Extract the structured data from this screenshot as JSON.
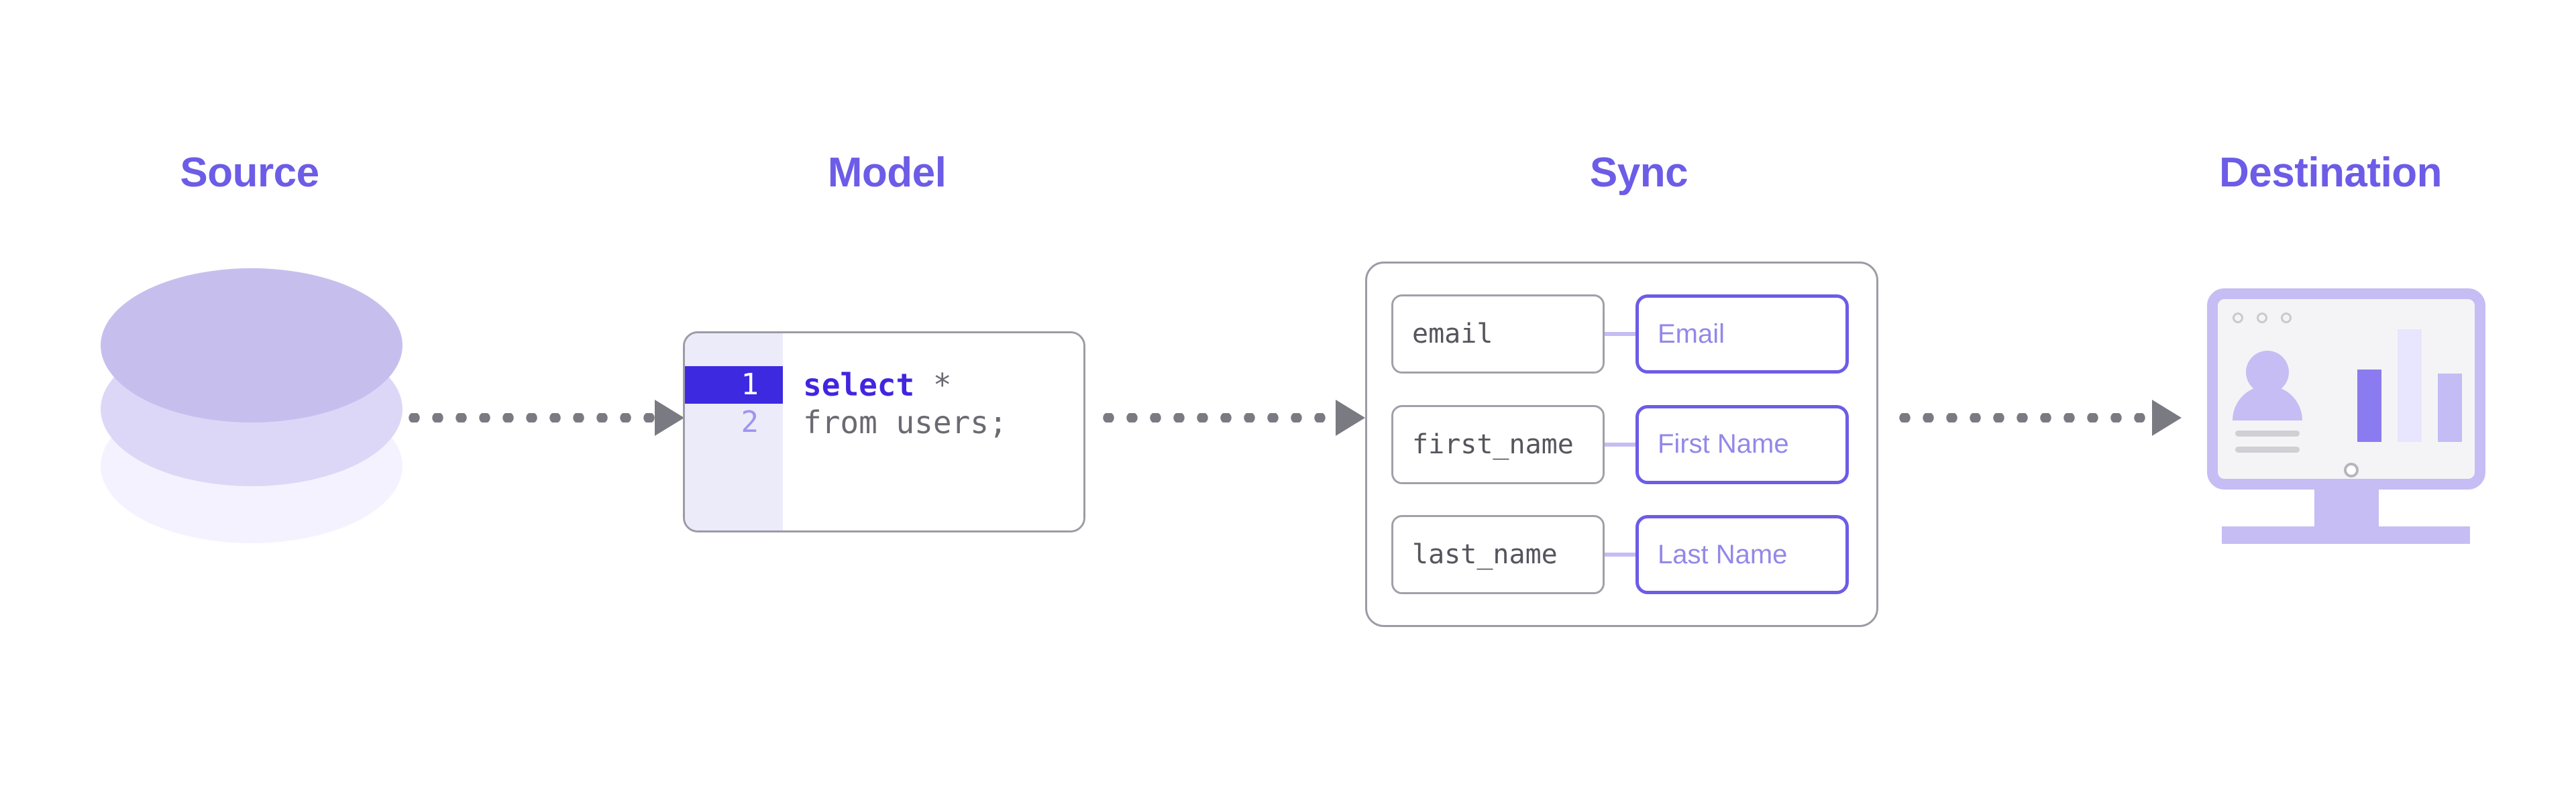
{
  "colors": {
    "accent": "#6c5ce7",
    "accent_strong": "#4026e0",
    "lavender": "#c5bdf3",
    "lavender_light": "#dcd7f7",
    "lavender_pale": "#f4f2fe",
    "gutter_bg": "#ecebf9",
    "line_number_inactive": "#9d95ef",
    "code_gray": "#6a6a72",
    "border_gray": "#9b9ba6",
    "arrow_gray": "#7a7a82",
    "screen_bg": "#f4f4f6"
  },
  "stages": [
    {
      "id": "source",
      "title": "Source"
    },
    {
      "id": "model",
      "title": "Model"
    },
    {
      "id": "sync",
      "title": "Sync"
    },
    {
      "id": "destination",
      "title": "Destination"
    }
  ],
  "source": {
    "icon": "database-cylinder-icon",
    "layers": [
      "top",
      "middle",
      "bottom"
    ]
  },
  "model": {
    "icon": "code-editor-icon",
    "gutter": {
      "lines": [
        {
          "number": "1",
          "active": true
        },
        {
          "number": "2",
          "active": false
        }
      ]
    },
    "code": {
      "line1": {
        "keyword": "select",
        "rest": " *"
      },
      "line2": {
        "text": "from users;"
      }
    }
  },
  "sync": {
    "icon": "field-mapping-icon",
    "mappings": [
      {
        "source_field": "email",
        "destination_field": "Email"
      },
      {
        "source_field": "first_name",
        "destination_field": "First Name"
      },
      {
        "source_field": "last_name",
        "destination_field": "Last Name"
      }
    ]
  },
  "destination": {
    "icon": "monitor-dashboard-icon",
    "window_dots": 3,
    "avatar": "user-avatar-icon",
    "text_lines": 2,
    "bars": [
      {
        "height_pct": 64,
        "color": "#8a7cf0"
      },
      {
        "height_pct": 100,
        "color": "#e8e5ff"
      },
      {
        "height_pct": 61,
        "color": "#c4bcf5"
      }
    ]
  },
  "flows": [
    {
      "id": "source-to-model",
      "style": "dotted-arrow"
    },
    {
      "id": "model-to-sync",
      "style": "dotted-arrow"
    },
    {
      "id": "sync-to-destination",
      "style": "dotted-arrow"
    }
  ]
}
